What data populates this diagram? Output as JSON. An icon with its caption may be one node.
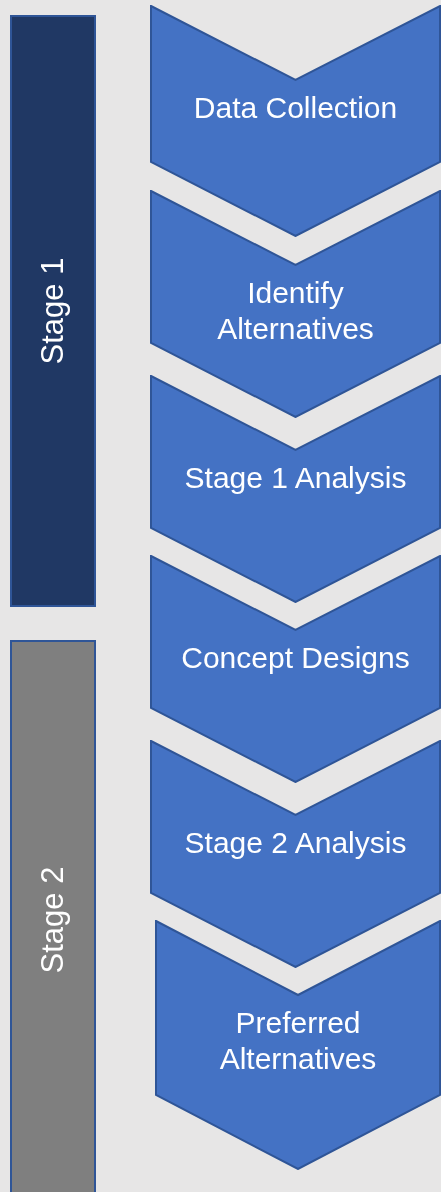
{
  "diagram": {
    "nodes": [
      {
        "text": [
          "Stage 1"
        ]
      },
      {
        "text": [
          "Stage 2"
        ]
      },
      {
        "text": [
          "Data Collection"
        ]
      },
      {
        "text": [
          "Identify Alternatives"
        ]
      },
      {
        "text": [
          "Stage 1 Analysis"
        ]
      },
      {
        "text": [
          "Concept Designs"
        ]
      },
      {
        "text": [
          "Stage 2 Analysis"
        ]
      },
      {
        "text": [
          "Preferred Alternatives"
        ]
      }
    ]
  }
}
